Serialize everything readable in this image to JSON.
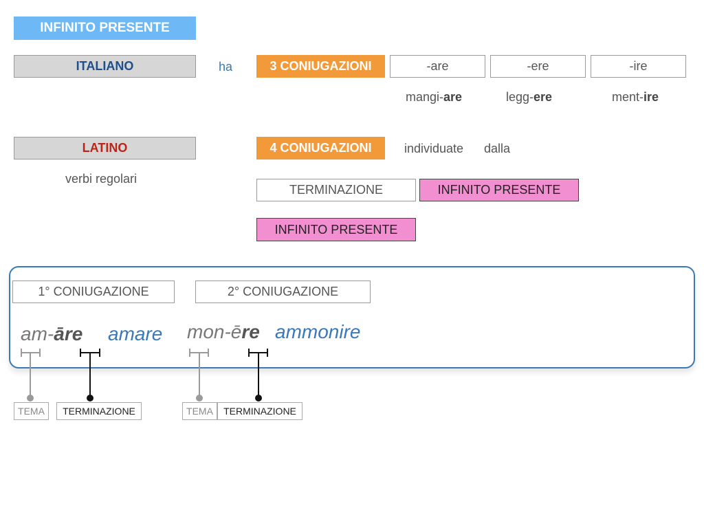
{
  "title": "INFINITO PRESENTE",
  "italiano": {
    "label": "ITALIANO",
    "connector": "ha",
    "count_label": "3 CONIUGAZIONI",
    "endings": [
      "-are",
      "-ere",
      "-ire"
    ],
    "examples": [
      {
        "stem": "mangi-",
        "ending": "are"
      },
      {
        "stem": "legg-",
        "ending": "ere"
      },
      {
        "stem": "ment-",
        "ending": "ire"
      }
    ]
  },
  "latino": {
    "label": "LATINO",
    "subtitle": "verbi regolari",
    "count_label": "4 CONIUGAZIONI",
    "word_individuate": "individuate",
    "word_dalla": "dalla",
    "terminazione": "TERMINAZIONE",
    "infinito_presente_1": "INFINITO PRESENTE",
    "infinito_presente_2": "INFINITO PRESENTE"
  },
  "conjugations": {
    "first": {
      "label": "1° CONIUGAZIONE",
      "latin_stem": "am-",
      "latin_ending_macron": "ā",
      "latin_ending_rest": "re",
      "translation": "amare"
    },
    "second": {
      "label": "2° CONIUGAZIONE",
      "latin_stem": "mon-",
      "latin_ending_macron": "ē",
      "latin_ending_rest": "re",
      "translation": "ammonire"
    }
  },
  "legend": {
    "tema": "TEMA",
    "terminazione": "TERMINAZIONE"
  },
  "colors": {
    "title_blue": "#6db8f5",
    "italiano_text": "#1f4e8c",
    "latino_text": "#b8261b",
    "orange": "#f29a3a",
    "pink": "#f28fd0",
    "panel_border": "#3a78b8"
  }
}
